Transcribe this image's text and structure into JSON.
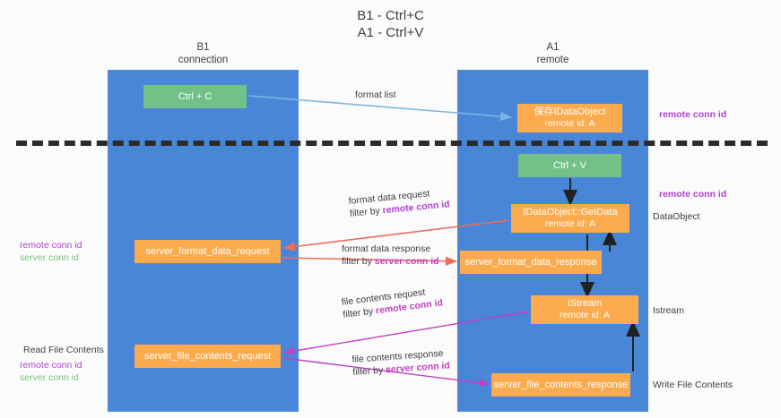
{
  "title": {
    "line1": "B1 - Ctrl+C",
    "line2": "A1 - Ctrl+V"
  },
  "lanes": [
    {
      "id": "b1",
      "name": "B1",
      "subtitle": "connection",
      "color": "#4a86d8"
    },
    {
      "id": "a1",
      "name": "A1",
      "subtitle": "remote",
      "color": "#4a86d8"
    }
  ],
  "nodes": {
    "ctrl_c": {
      "label": "Ctrl + C",
      "color": "#73c088"
    },
    "save_idataobject": {
      "label": "保存IDataObject",
      "sub": "remote id: A",
      "color": "#fbab4e"
    },
    "ctrl_v": {
      "label": "Ctrl + V",
      "color": "#73c088"
    },
    "getdata": {
      "label": "IDataObject::GetData",
      "sub": "remote id: A",
      "color": "#fbab4e"
    },
    "format_data_request": {
      "label": "server_format_data_request",
      "color": "#fbab4e"
    },
    "format_data_response": {
      "label": "server_format_data_response",
      "color": "#fbab4e"
    },
    "istream": {
      "label": "IStream",
      "sub": "remote id: A",
      "color": "#fbab4e"
    },
    "file_contents_request": {
      "label": "server_file_contents_request",
      "color": "#fbab4e"
    },
    "file_contents_response": {
      "label": "server_file_contents_response",
      "color": "#fbab4e"
    }
  },
  "edges": {
    "format_list": {
      "line1": "format list"
    },
    "format_data_request": {
      "line1": "format data request",
      "filter_prefix": "filter by ",
      "filter_key": "remote conn id"
    },
    "format_data_response": {
      "line1": "format data response",
      "filter_prefix": "filter by ",
      "filter_key": "server conn id"
    },
    "file_contents_request": {
      "line1": "file contents request",
      "filter_prefix": "filter by ",
      "filter_key": "remote conn id"
    },
    "file_contents_response": {
      "line1": "file contents response",
      "filter_prefix": "filter by ",
      "filter_key": "server conn id"
    }
  },
  "annotations": {
    "remote_conn_id_top": "remote conn id",
    "remote_conn_id_mid": "remote conn id",
    "dataobject": "DataObject",
    "istream": "Istream",
    "write_file_contents": "Write File Contents",
    "read_file_contents": "Read File Contents",
    "left_remote_conn_id": "remote conn id",
    "left_server_conn_id": "server conn id",
    "left_remote_conn_id_2": "remote conn id",
    "left_server_conn_id_2": "server conn id"
  },
  "colors": {
    "lane": "#4a86d8",
    "green_node": "#73c088",
    "orange_node": "#fbab4e",
    "purple": "#b13fd4",
    "green_text": "#7ac07f",
    "red_arrow": "#ef6b5a",
    "magenta_arrow": "#c23fc2",
    "blue_arrow": "#7ab6e0",
    "dark_arrow": "#212121",
    "divider": "#2b2b2b",
    "background": "#fbfbfb"
  }
}
